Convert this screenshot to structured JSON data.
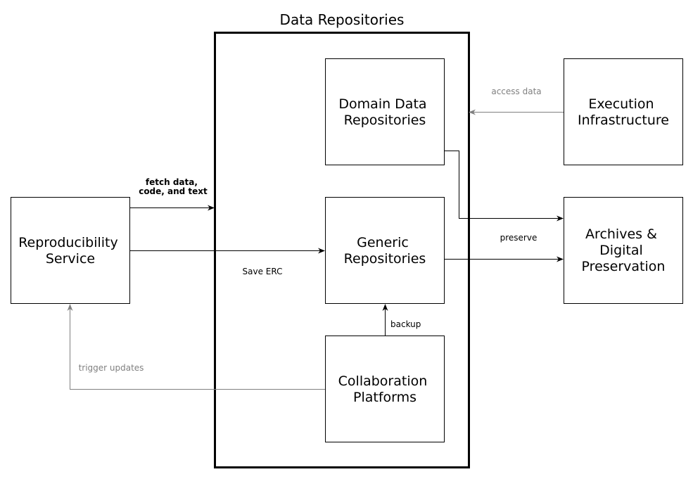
{
  "diagram": {
    "title": "Data Repositories",
    "nodes": {
      "reproducibility": [
        "Reproducibility",
        "Service"
      ],
      "domain": [
        "Domain Data",
        "Repositories"
      ],
      "generic": [
        "Generic",
        "Repositories"
      ],
      "collaboration": [
        "Collaboration",
        "Platforms"
      ],
      "execution": [
        "Execution",
        "Infrastructure"
      ],
      "archives": [
        "Archives &",
        "Digital",
        "Preservation"
      ]
    },
    "edges": {
      "fetch": [
        "fetch data,",
        "code, and text"
      ],
      "save": "Save ERC",
      "preserve": "preserve",
      "backup": "backup",
      "access": "access data",
      "trigger": "trigger updates"
    },
    "colors": {
      "primary": "#000000",
      "secondary": "#808080"
    }
  }
}
